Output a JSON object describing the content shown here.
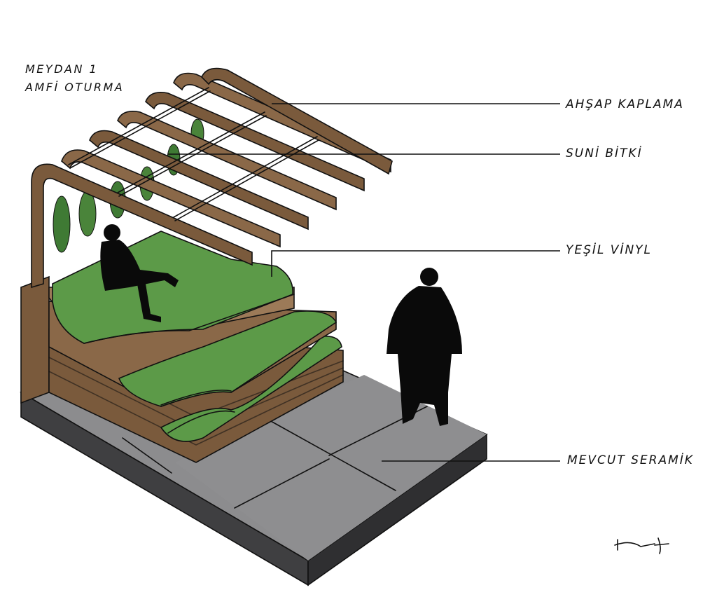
{
  "title": {
    "line1": "MEYDAN 1",
    "line2": "AMFİ OTURMA"
  },
  "labels": [
    {
      "id": "ahsap",
      "text": "AHŞAP KAPLAMA"
    },
    {
      "id": "suni",
      "text": "SUNİ BİTKİ"
    },
    {
      "id": "vinyl",
      "text": "YEŞİL VİNYL"
    },
    {
      "id": "seramik",
      "text": "MEVCUT SERAMİK"
    }
  ],
  "colors": {
    "wood": "#7a5a3c",
    "wood_light": "#9c7a58",
    "wood_dark": "#5a3f28",
    "vinyl": "#5c9a48",
    "vinyl_dark": "#4a843a",
    "plant": "#3f7a34",
    "tile": "#8a8a8c",
    "tile_side": "#3f3f41",
    "ink": "#111111"
  }
}
